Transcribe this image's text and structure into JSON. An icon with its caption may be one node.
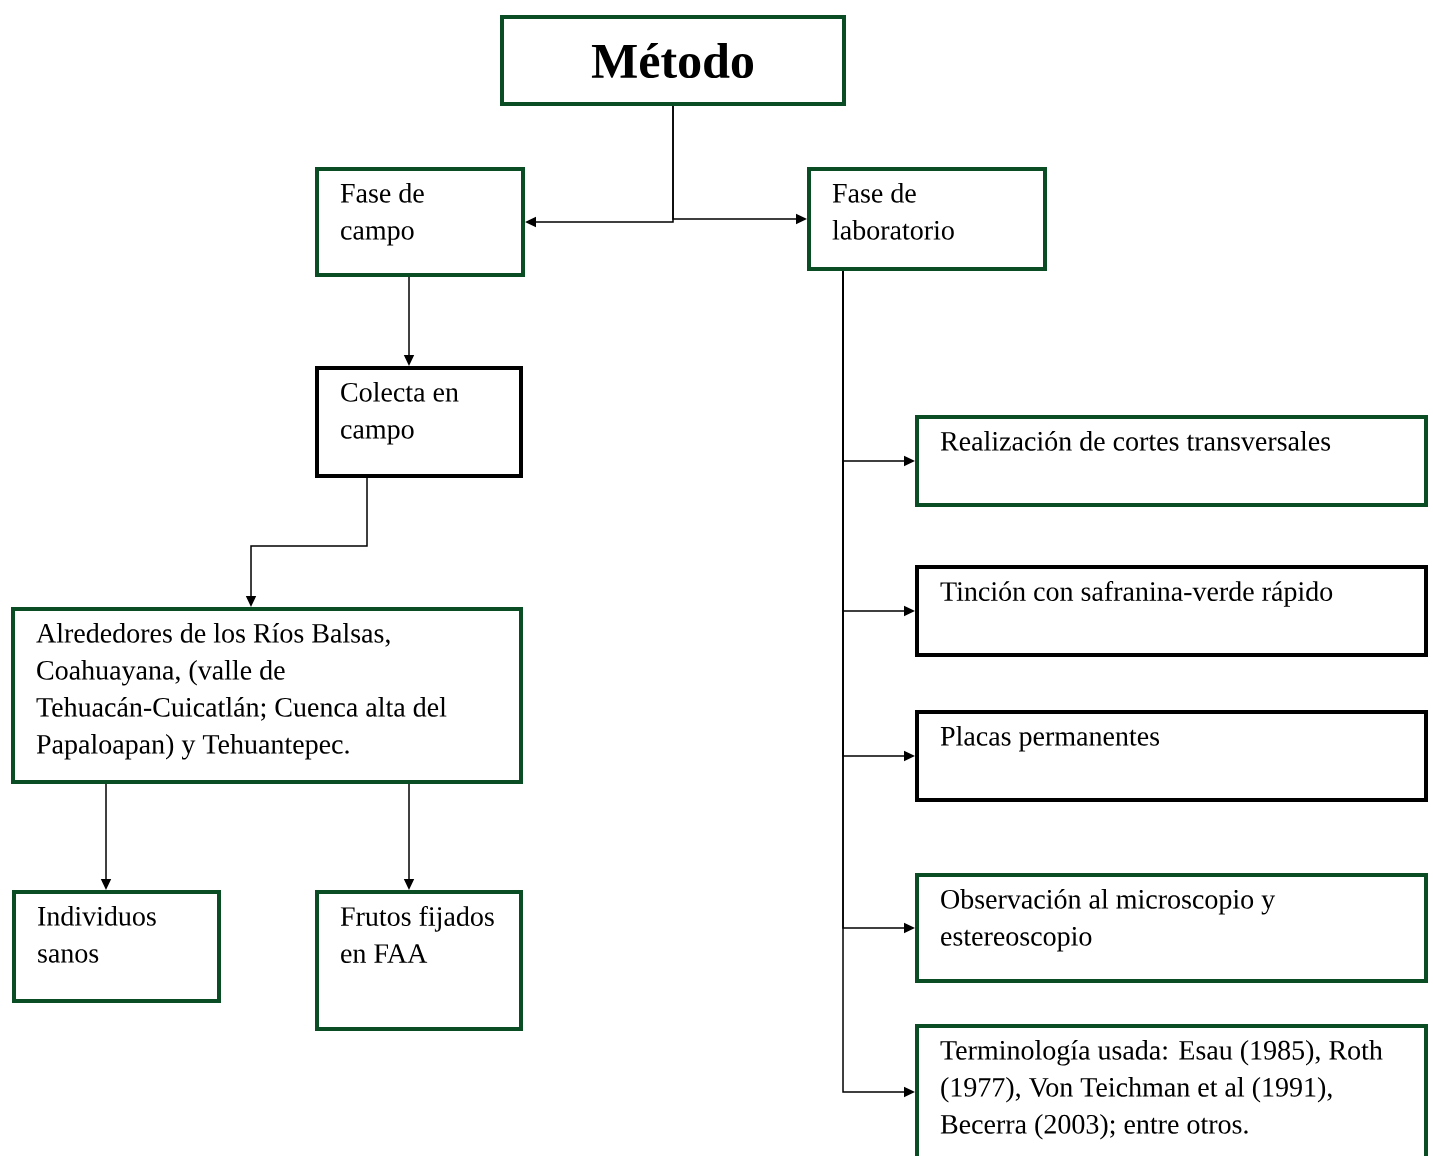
{
  "diagram": {
    "nodes": [
      {
        "text": [
          "Método"
        ]
      },
      {
        "text": [
          "Fase de campo"
        ]
      },
      {
        "text": [
          "Fase de laboratorio"
        ]
      },
      {
        "text": [
          "Colecta en campo"
        ]
      },
      {
        "text": [
          "Alrededores de los Ríos Balsas, Coahuayana, (valle de Tehuacán-Cuicatlán; Cuenca alta del Papaloapan) y Tehuantepec."
        ]
      },
      {
        "text": [
          "Individuos sanos"
        ]
      },
      {
        "text": [
          "Frutos fijados en FAA"
        ]
      },
      {
        "text": [
          "Realización de cortes transversales"
        ]
      },
      {
        "text": [
          "Tinción con safranina-verde rápido"
        ]
      },
      {
        "text": [
          "Placas permanentes"
        ]
      },
      {
        "text": [
          "Observación al microscopio y estereoscopio"
        ]
      },
      {
        "text": [
          "Terminología usada: Esau (1985), Roth (1977), Von Teichman et al (1991), Becerra (2003); entre otros."
        ]
      }
    ],
    "edges": [
      {
        "from": 0,
        "to": 1,
        "arrow": "to"
      },
      {
        "from": 0,
        "to": 2,
        "arrow": "to"
      },
      {
        "from": 1,
        "to": 3,
        "arrow": "to"
      },
      {
        "from": 3,
        "to": 4,
        "arrow": "to"
      },
      {
        "from": 4,
        "to": 5,
        "arrow": "to"
      },
      {
        "from": 4,
        "to": 6,
        "arrow": "to"
      },
      {
        "from": 2,
        "to": 7,
        "arrow": "to"
      },
      {
        "from": 2,
        "to": 8,
        "arrow": "to"
      },
      {
        "from": 2,
        "to": 9,
        "arrow": "to"
      },
      {
        "from": 2,
        "to": 10,
        "arrow": "to"
      },
      {
        "from": 2,
        "to": 11,
        "arrow": "to"
      }
    ]
  }
}
